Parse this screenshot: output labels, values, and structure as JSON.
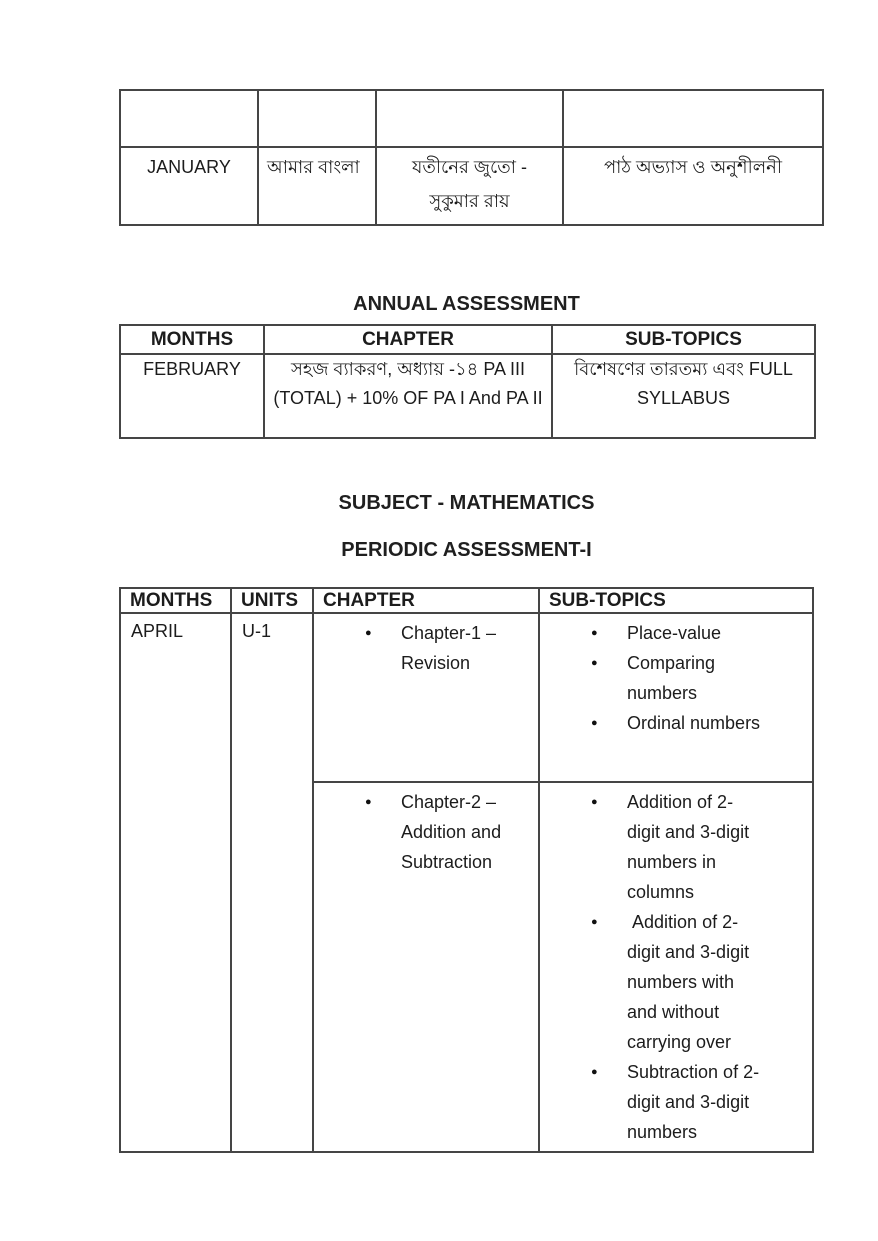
{
  "january_table": {
    "rows": [
      {
        "cells": [
          "",
          "",
          "",
          ""
        ]
      },
      {
        "cells": [
          "JANUARY",
          "আমার বাংলা",
          "যতীনের জুতো - সুকুমার রায়",
          "পাঠ অভ্যাস ও অনুশীলনী"
        ]
      }
    ]
  },
  "annual": {
    "title": "ANNUAL ASSESSMENT",
    "headers": [
      "MONTHS",
      "CHAPTER",
      "SUB-TOPICS"
    ],
    "row": {
      "month": "FEBRUARY",
      "chapter": "সহজ ব্যাকরণ, অধ্যায় -১৪ PA III (TOTAL) + 10% OF PA I And PA II",
      "subtopics": "বিশেষণের তারতম্য এবং FULL SYLLABUS"
    }
  },
  "math": {
    "subject_heading": "SUBJECT - MATHEMATICS",
    "assessment_heading": "PERIODIC ASSESSMENT-I",
    "headers": [
      "MONTHS",
      "UNITS",
      "CHAPTER",
      "SUB-TOPICS"
    ],
    "month": "APRIL",
    "unit": "U-1",
    "sections": [
      {
        "chapter": [
          "Chapter-1 – Revision"
        ],
        "subtopics": [
          "Place-value",
          "Comparing numbers",
          "Ordinal numbers"
        ]
      },
      {
        "chapter": [
          "Chapter-2 – Addition and Subtraction"
        ],
        "subtopics": [
          "Addition of 2-digit and 3-digit numbers in columns",
          " Addition of 2-digit and 3-digit numbers with and without carrying over",
          "Subtraction of 2-digit and 3-digit numbers"
        ]
      }
    ]
  }
}
